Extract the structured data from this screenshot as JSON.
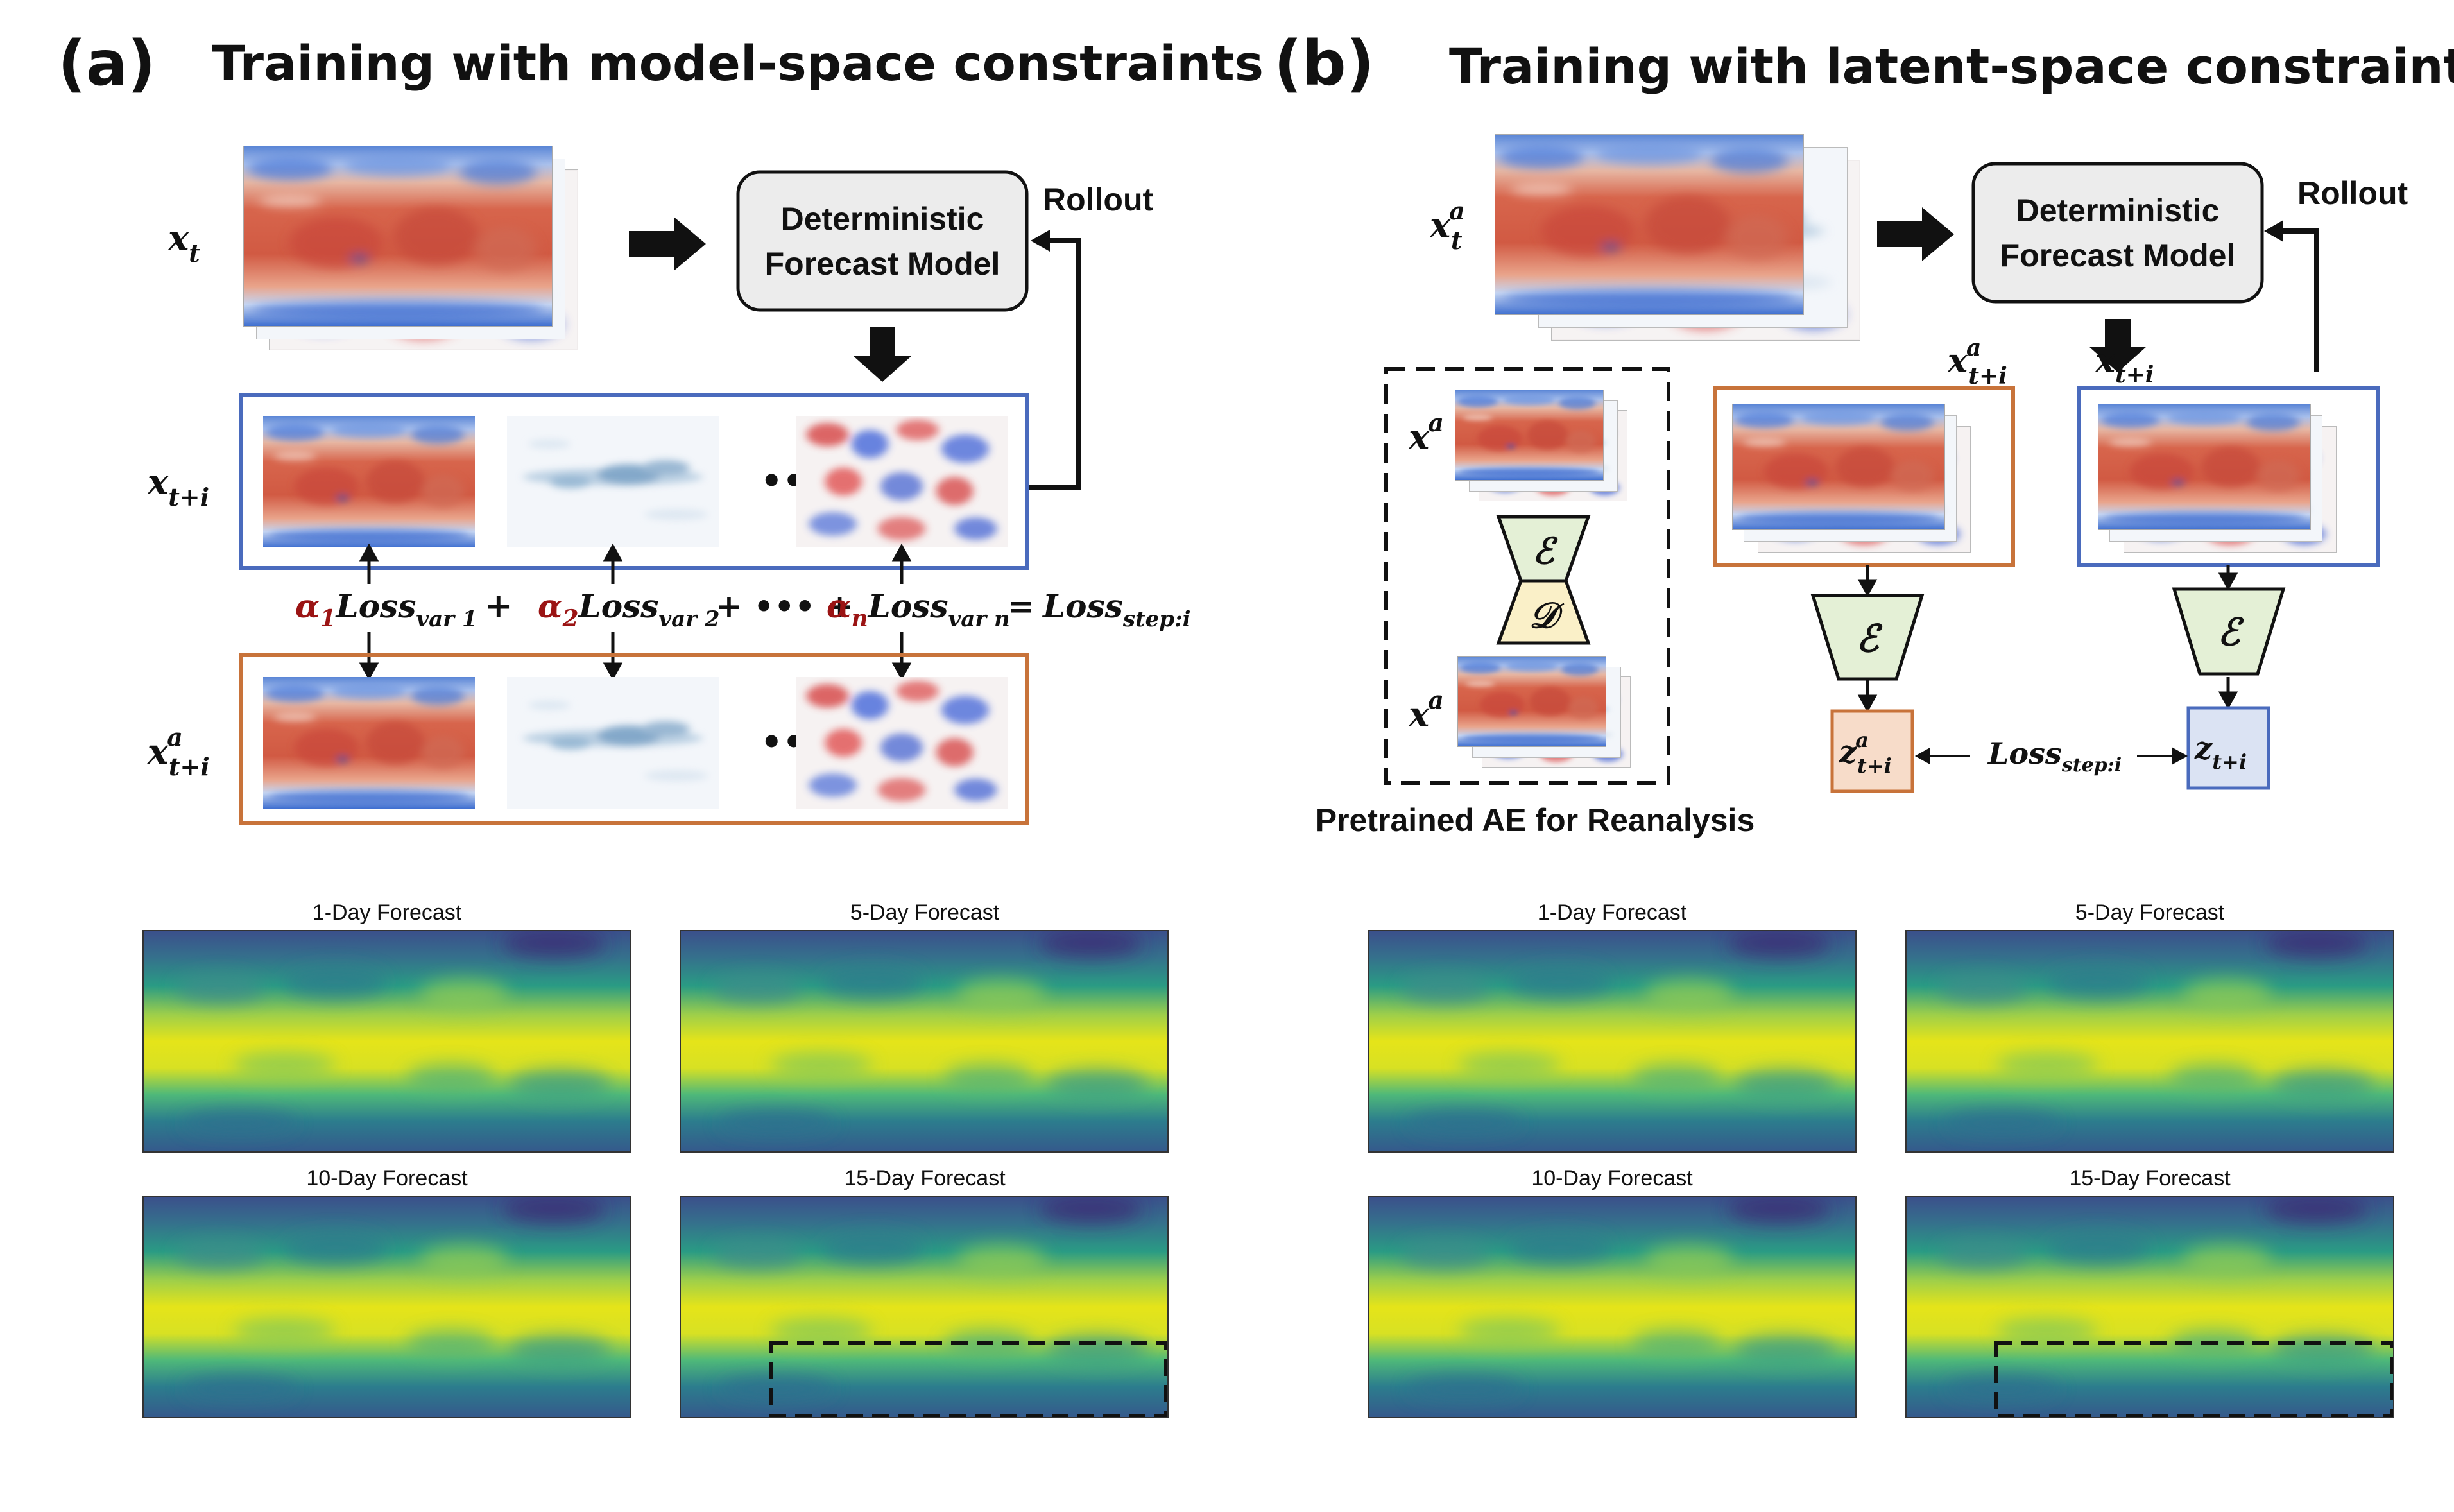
{
  "panel_a": {
    "label": "(a)",
    "title": "Training with model-space constraints",
    "model_box": [
      "Deterministic",
      "Forecast Model"
    ],
    "rollout": "Rollout",
    "x_t": "x",
    "x_t_sub": "t",
    "x_ti": "x",
    "x_ti_sub": "t+i",
    "x_ati": "x",
    "x_ati_sup": "a",
    "x_ati_sub": "t+i",
    "ellipsis": "•••",
    "loss_terms": [
      {
        "coef": "α",
        "coef_sub": "1",
        "loss": "Loss",
        "sub": "var 1"
      },
      {
        "coef": "α",
        "coef_sub": "2",
        "loss": "Loss",
        "sub": "var 2"
      },
      {
        "coef": "α",
        "coef_sub": "n",
        "loss": "Loss",
        "sub": "var n"
      }
    ],
    "plus": "+",
    "plus_dots": "+ ••• +",
    "equals": "=",
    "loss_total": "Loss",
    "loss_total_sub": "step:i",
    "forecasts": [
      "1-Day Forecast",
      "5-Day Forecast",
      "10-Day Forecast",
      "15-Day Forecast"
    ]
  },
  "panel_b": {
    "label": "(b)",
    "title": "Training with latent-space constraints",
    "model_box": [
      "Deterministic",
      "Forecast Model"
    ],
    "rollout": "Rollout",
    "x_at": "x",
    "x_at_sup": "a",
    "x_at_sub": "t",
    "x_a": "x",
    "x_a_sup": "a",
    "encoder": "ℰ",
    "decoder": "𝒟",
    "x_ati": "x",
    "x_ati_sup": "a",
    "x_ati_sub": "t+i",
    "x_ti": "x",
    "x_ti_sub": "t+i",
    "z_ati": "z",
    "z_ati_sup": "a",
    "z_ati_sub": "t+i",
    "z_ti": "z",
    "z_ti_sub": "t+i",
    "loss": "Loss",
    "loss_sub": "step:i",
    "ae_caption": "Pretrained AE for Reanalysis",
    "forecasts": [
      "1-Day Forecast",
      "5-Day Forecast",
      "10-Day Forecast",
      "15-Day Forecast"
    ]
  },
  "colors": {
    "blue_frame": "#4a6bbd",
    "orange_frame": "#c8733a",
    "alpha_red": "#9b1414",
    "encoder_fill": "#e4f0d6",
    "decoder_fill": "#faf0c8",
    "z_a_fill": "#f7dcc9",
    "z_fill": "#dbe3f3",
    "model_box_fill": "#ececec"
  }
}
